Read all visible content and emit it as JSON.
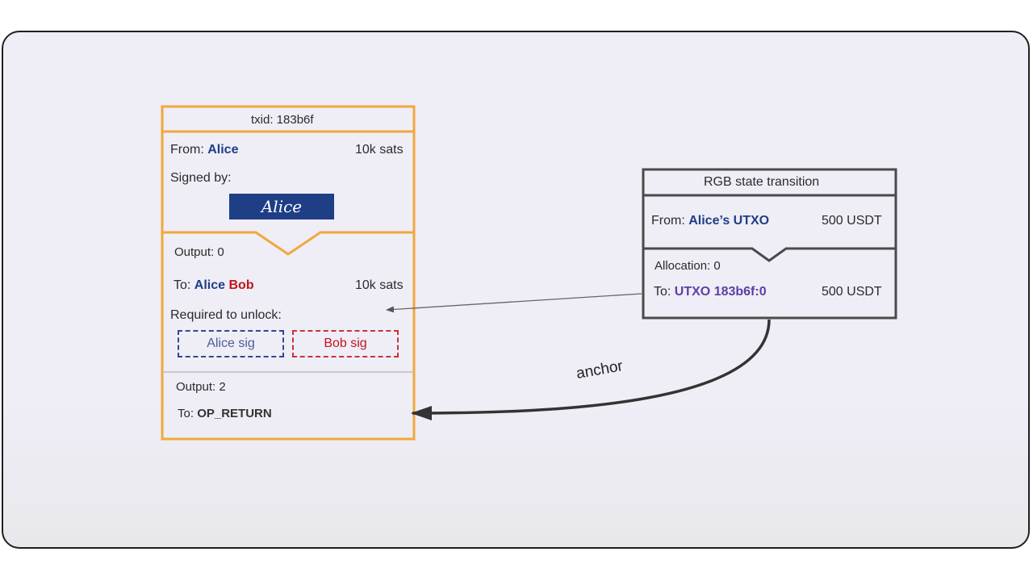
{
  "tx": {
    "title": "txid: 183b6f",
    "from_label": "From: ",
    "from_name": "Alice",
    "from_amount": "10k sats",
    "signed_by": "Signed by:",
    "signature": "Alice",
    "output0_label": "Output: 0",
    "to_label": "To: ",
    "to_old": "Alice",
    "to_new": "Bob",
    "to_amount": "10k sats",
    "required": "Required to unlock:",
    "alice_sig": "Alice sig",
    "bob_sig": "Bob sig",
    "output2_label": "Output: 2",
    "to2_label": "To: ",
    "to2_value": "OP_RETURN"
  },
  "rgb": {
    "title": "RGB state transition",
    "from_label": "From: ",
    "from_value": "Alice’s UTXO",
    "from_amount": "500 USDT",
    "allocation": "Allocation: 0",
    "to_label": "To: ",
    "to_value": "UTXO 183b6f:0",
    "to_amount": "500 USDT"
  },
  "anchor_label": "anchor",
  "colors": {
    "tx_border": "#f0a83c",
    "rgb_border": "#4a4a4a",
    "blue": "#1e3e86",
    "red": "#c0161c",
    "purple": "#5b3fa6"
  }
}
